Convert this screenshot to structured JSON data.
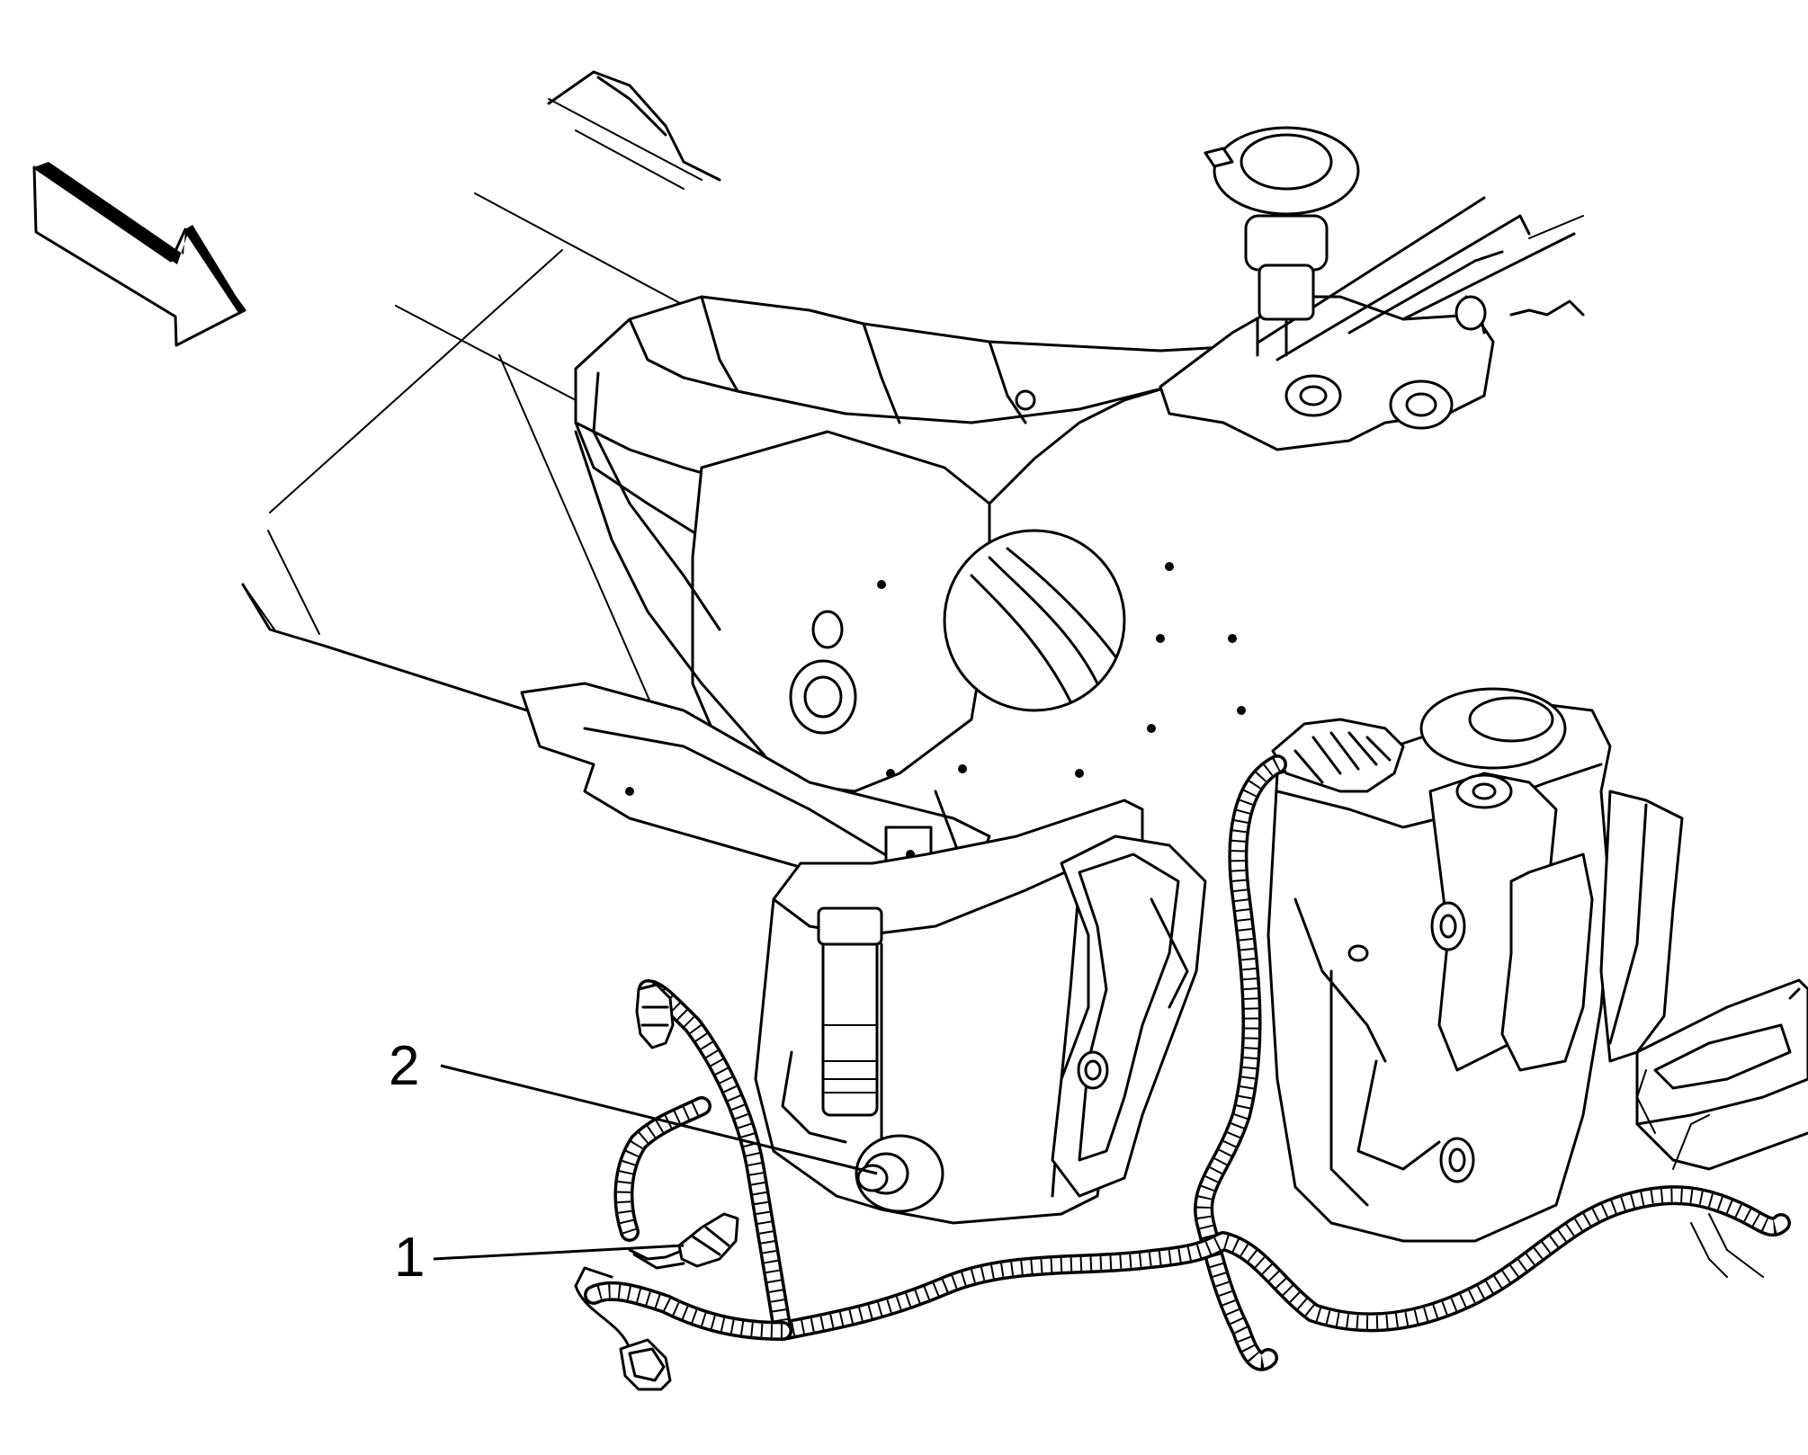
{
  "callouts": [
    {
      "id": "1",
      "label": "1"
    },
    {
      "id": "2",
      "label": "2"
    }
  ],
  "icons": {
    "view_arrow": "direction-arrow-icon"
  }
}
